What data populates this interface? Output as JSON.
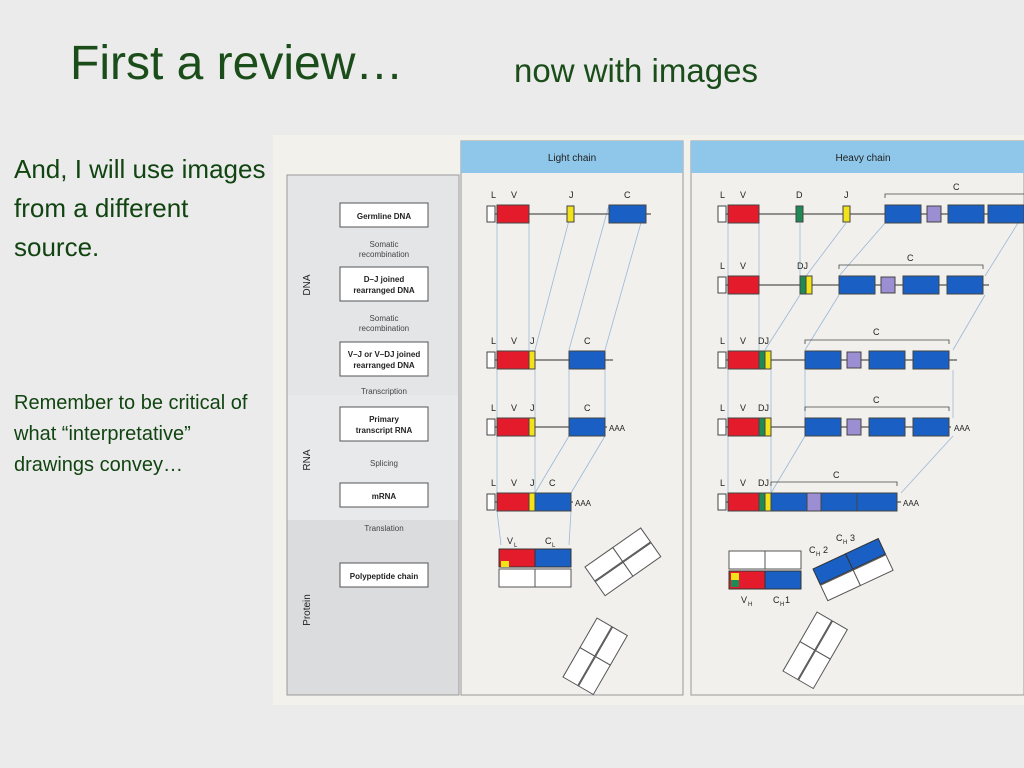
{
  "slide": {
    "title": "First a review…",
    "subtitle": "now with images",
    "paragraph1": "And, I will use images from a different source.",
    "paragraph2": "Remember to be critical of what “interpretative” drawings convey…"
  },
  "figure": {
    "headers": {
      "light": "Light chain",
      "heavy": "Heavy chain"
    },
    "sections": [
      "DNA",
      "RNA",
      "Protein"
    ],
    "flow": {
      "germline": "Germline  DNA",
      "somatic1a": "Somatic",
      "somatic1b": "recombination",
      "dj_a": "D–J  joined",
      "dj_b": "rearranged  DNA",
      "somatic2a": "Somatic",
      "somatic2b": "recombination",
      "vj_a": "V–J or V–DJ joined",
      "vj_b": "rearranged  DNA",
      "transcription": "Transcription",
      "primary_a": "Primary",
      "primary_b": "transcript  RNA",
      "splicing": "Splicing",
      "mrna": "mRNA",
      "translation": "Translation",
      "polypeptide": "Polypeptide chain"
    },
    "seg": {
      "L": "L",
      "V": "V",
      "J": "J",
      "C": "C",
      "D": "D",
      "DJ": "DJ",
      "AAA": "AAA"
    },
    "domains": {
      "vl": "V",
      "vl_sub": "L",
      "cl": "C",
      "cl_sub": "L",
      "vh": "V",
      "vh_sub": "H",
      "ch1": "C",
      "ch1_sub": "H",
      "ch1_num": "1",
      "ch2": "C",
      "ch2_sub": "H",
      "ch2_num": "2",
      "ch3": "C",
      "ch3_sub": "H",
      "ch3_num": "3"
    },
    "colors": {
      "V": "#e31b2a",
      "J": "#f1e21a",
      "D": "#1f8a55",
      "C": "#1a5fc4",
      "C_alt": "#9c8ed2",
      "header": "#8ec7ea"
    }
  }
}
